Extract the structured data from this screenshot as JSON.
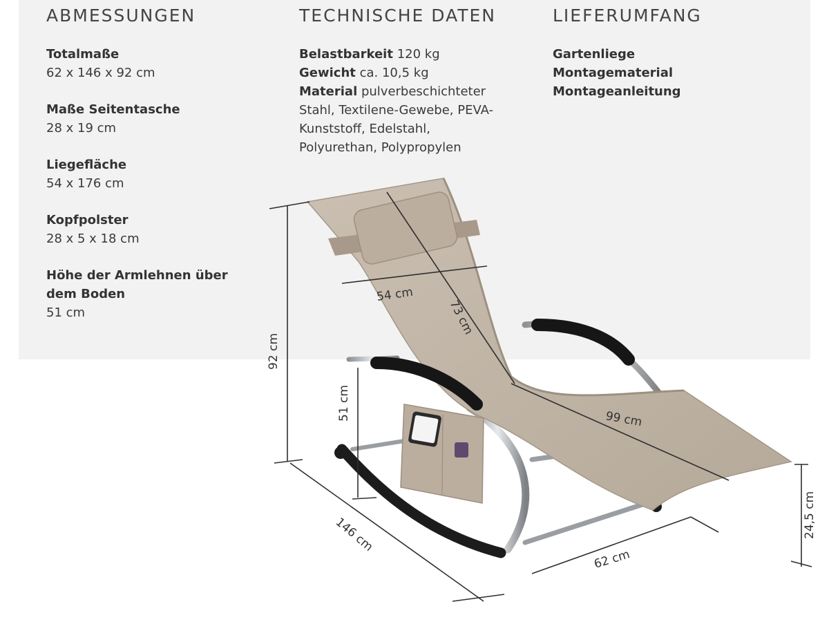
{
  "dimensions": {
    "heading": "ABMESSUNGEN",
    "entries": [
      {
        "label": "Totalmaße",
        "value": "62 x 146 x 92 cm"
      },
      {
        "label": "Maße Seitentasche",
        "value": "28 x 19 cm"
      },
      {
        "label": "Liegefläche",
        "value": "54 x 176 cm"
      },
      {
        "label": "Kopfpolster",
        "value": "28 x 5 x 18 cm"
      },
      {
        "label_line1": "Höhe der Armlehnen über",
        "label_line2": "dem Boden",
        "value": "51 cm"
      }
    ]
  },
  "technical": {
    "heading": "TECHNISCHE DATEN",
    "load_label": "Belastbarkeit",
    "load_value": "120 kg",
    "weight_label": "Gewicht",
    "weight_value": "ca. 10,5 kg",
    "material_label": "Material",
    "material_line1": "pulverbeschichteter",
    "material_line2": "Stahl, Textilene-Gewebe, PEVA-",
    "material_line3": "Kunststoff, Edelstahl,",
    "material_line4": "Polyurethan, Polypropylen"
  },
  "scope": {
    "heading": "LIEFERUMFANG",
    "items": [
      "Gartenliege",
      "Montagematerial",
      "Montageanleitung"
    ]
  },
  "diagram_labels": {
    "height_total": "92 cm",
    "armrest_height": "51 cm",
    "width_seat": "54 cm",
    "back_length": "73 cm",
    "seat_length": "99 cm",
    "depth": "146 cm",
    "width": "62 cm",
    "foot_height": "24,5 cm"
  }
}
